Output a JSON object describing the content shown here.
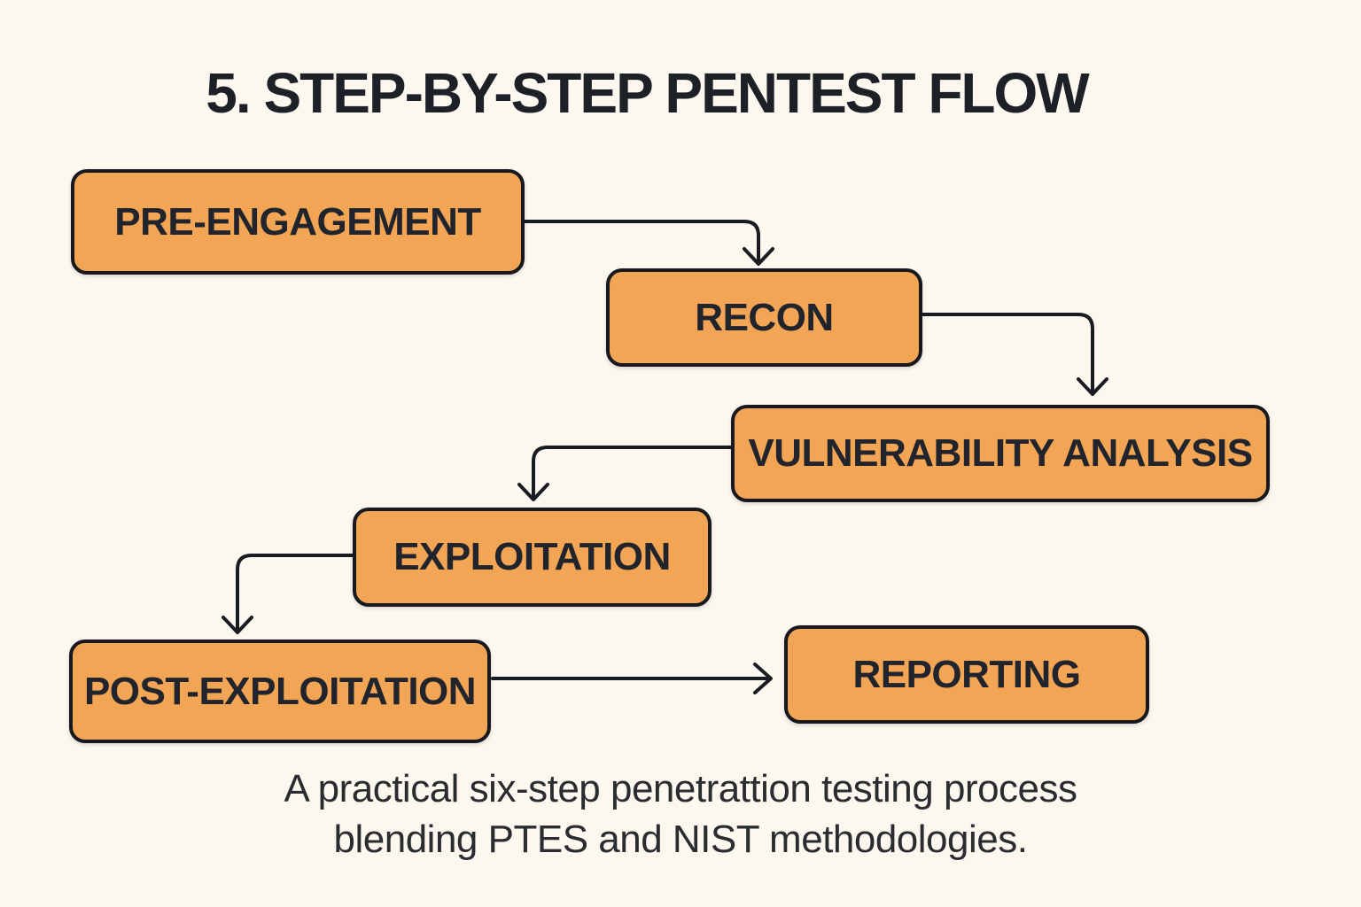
{
  "title": "5. STEP-BY-STEP PENTEST FLOW",
  "nodes": [
    {
      "id": "pre-engagement",
      "label": "PRE-ENGAGEMENT"
    },
    {
      "id": "recon",
      "label": "RECON"
    },
    {
      "id": "vulnerability-analysis",
      "label": "VULNERABILITY ANALYSIS"
    },
    {
      "id": "exploitation",
      "label": "EXPLOITATION"
    },
    {
      "id": "post-exploitation",
      "label": "POST-EXPLOITATION"
    },
    {
      "id": "reporting",
      "label": "REPORTING"
    }
  ],
  "edges": [
    {
      "from": "pre-engagement",
      "to": "recon"
    },
    {
      "from": "recon",
      "to": "vulnerability-analysis"
    },
    {
      "from": "vulnerability-analysis",
      "to": "exploitation"
    },
    {
      "from": "exploitation",
      "to": "post-exploitation"
    },
    {
      "from": "post-exploitation",
      "to": "reporting"
    }
  ],
  "caption": {
    "line1": "A practical six-step penetrattion testing process",
    "line2": "blending PTES and NIST methodologies."
  },
  "colors": {
    "background": "#FCF8F0",
    "node_fill": "#F2A655",
    "node_border": "#17191E",
    "node_text": "#21242C",
    "arrow": "#1A1C22",
    "title_text": "#1D2027",
    "caption_text": "#2A2C30"
  }
}
